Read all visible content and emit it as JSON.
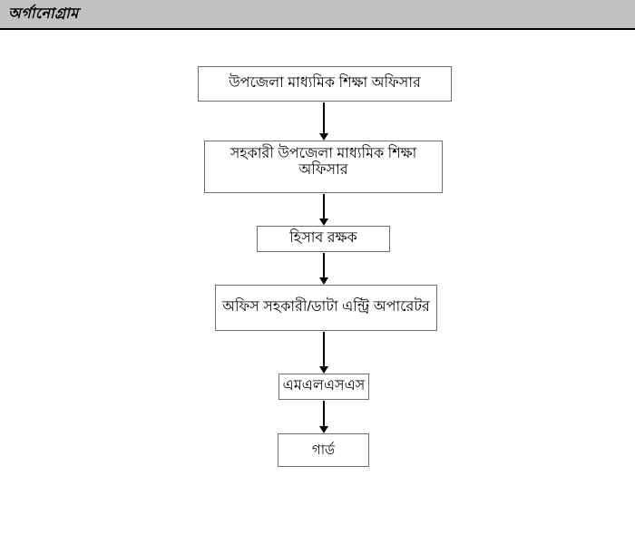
{
  "header": {
    "title": "অর্গানোগ্রাম"
  },
  "diagram": {
    "type": "org-flowchart",
    "direction": "top-down",
    "nodes": [
      {
        "id": "upazila-secondary-education-officer",
        "label": "উপজেলা মাধ্যমিক শিক্ষা অফিসার"
      },
      {
        "id": "assistant-upazila-secondary-education-officer",
        "label": "সহকারী উপজেলা মাধ্যমিক শিক্ষা অফিসার"
      },
      {
        "id": "accountant",
        "label": "হিসাব রক্ষক"
      },
      {
        "id": "office-assistant-data-entry-operator",
        "label": "অফিস সহকারী/ডাটা এন্ট্রি অপারেটর"
      },
      {
        "id": "mlss",
        "label": "এমএলএসএস"
      },
      {
        "id": "guard",
        "label": "গার্ড"
      }
    ],
    "edges": [
      {
        "from": 0,
        "to": 1
      },
      {
        "from": 1,
        "to": 2
      },
      {
        "from": 2,
        "to": 3
      },
      {
        "from": 3,
        "to": 4
      },
      {
        "from": 4,
        "to": 5
      }
    ]
  },
  "colors": {
    "header_bg": "#c2c2c2",
    "header_rule": "#000000",
    "box_bg": "#ffffff",
    "box_border": "#6e6e6e",
    "connector": "#000000",
    "text": "#000000"
  }
}
